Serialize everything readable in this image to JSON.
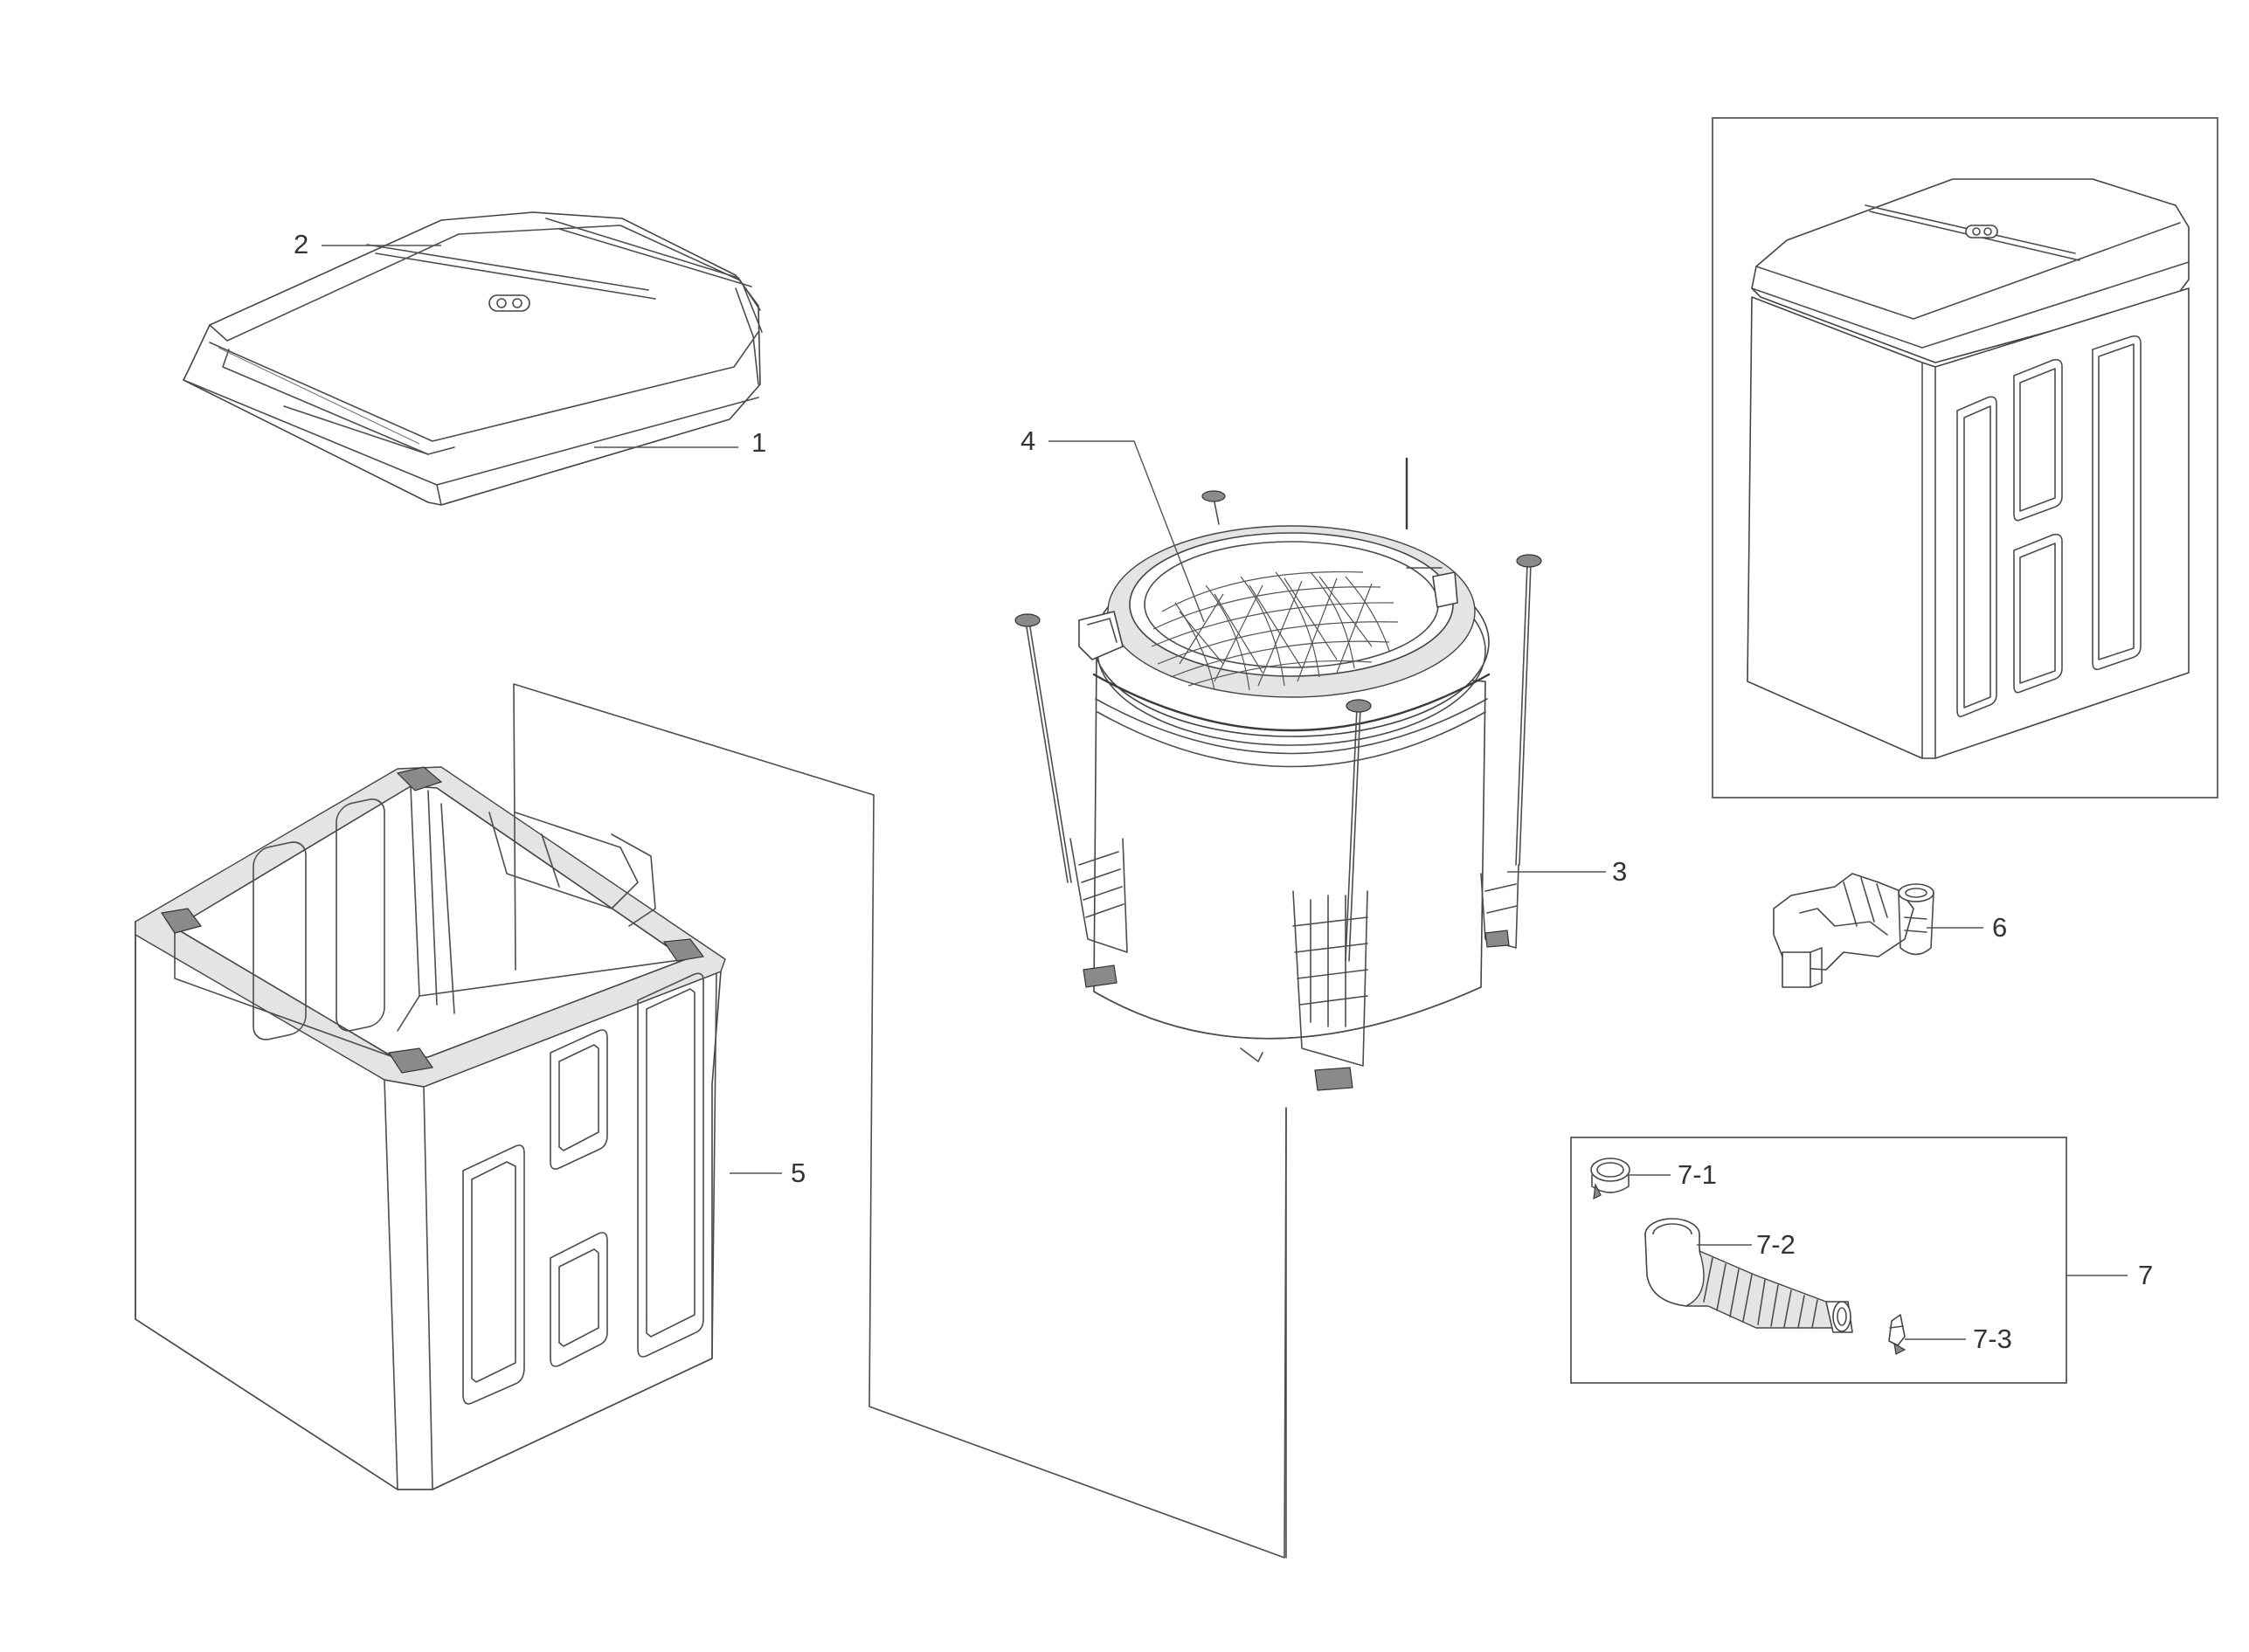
{
  "callouts": {
    "p1": "1",
    "p2": "2",
    "p3": "3",
    "p4": "4",
    "p5": "5",
    "p6": "6",
    "p7": "7",
    "p7_1": "7-1",
    "p7_2": "7-2",
    "p7_3": "7-3"
  },
  "colors": {
    "line": "#4d4d4d",
    "label": "#333333",
    "background": "#ffffff"
  }
}
